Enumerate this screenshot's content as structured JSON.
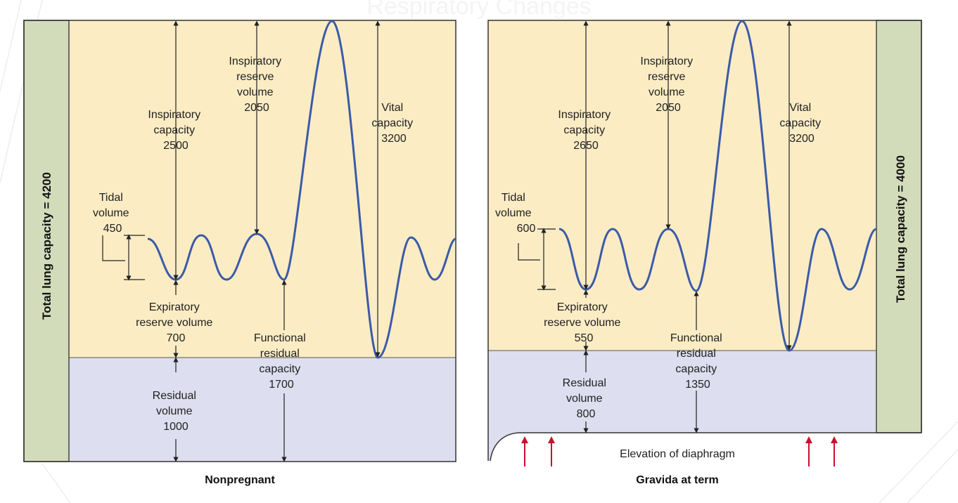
{
  "title": "Respiratory Changes",
  "colors": {
    "inspiratory_zone": "#fbecc4",
    "residual_zone": "#dddeef",
    "side_band": "#d3dcba",
    "curve": "#3b5aa8",
    "arrow_up": "#c8102e"
  },
  "left": {
    "side_label": "Total lung capacity = 4200",
    "caption": "Nonpregnant",
    "irv": [
      "Inspiratory",
      "reserve",
      "volume",
      "2050"
    ],
    "ic": [
      "Inspiratory",
      "capacity",
      "2500"
    ],
    "vc": [
      "Vital",
      "capacity",
      "3200"
    ],
    "tidal": [
      "Tidal",
      "volume",
      "450"
    ],
    "erv": [
      "Expiratory",
      "reserve volume",
      "700"
    ],
    "frc": [
      "Functional",
      "residual",
      "capacity",
      "1700"
    ],
    "rv": [
      "Residual",
      "volume",
      "1000"
    ]
  },
  "right": {
    "side_label": "Total lung capacity = 4000",
    "caption": "Gravida at term",
    "irv": [
      "Inspiratory",
      "reserve",
      "volume",
      "2050"
    ],
    "ic": [
      "Inspiratory",
      "capacity",
      "2650"
    ],
    "vc": [
      "Vital",
      "capacity",
      "3200"
    ],
    "tidal": [
      "Tidal",
      "volume",
      "600"
    ],
    "erv": [
      "Expiratory",
      "reserve volume",
      "550"
    ],
    "frc": [
      "Functional",
      "residual",
      "capacity",
      "1350"
    ],
    "rv": [
      "Residual",
      "volume",
      "800"
    ],
    "diaphragm": "Elevation of diaphragm"
  }
}
